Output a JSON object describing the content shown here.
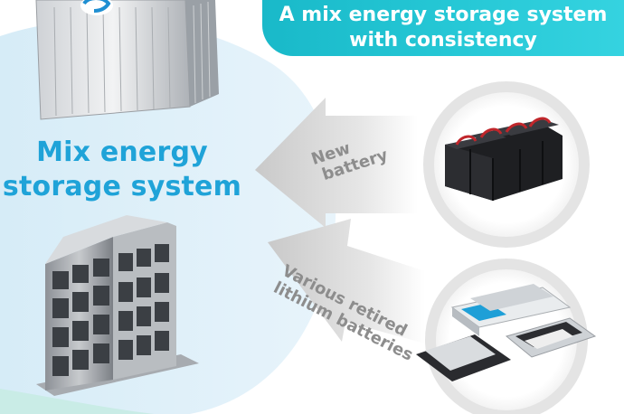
{
  "accent": "#1fa3d8",
  "banner": {
    "line1": "A mix energy storage system",
    "line2": "with consistency"
  },
  "center": {
    "line1": "Mix energy",
    "line2": "storage system"
  },
  "arrows": {
    "new": {
      "line1": "New",
      "line2": "battery"
    },
    "retired": {
      "line1": "Various retired",
      "line2": "lithium batteries"
    }
  }
}
